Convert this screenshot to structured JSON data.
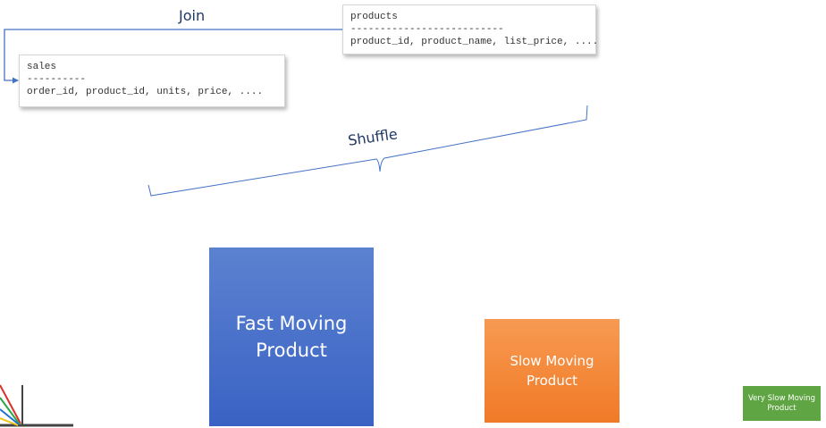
{
  "tables": {
    "products": {
      "name": "products",
      "separator": "--------------------------",
      "columns": "product_id, product_name, list_price, ...."
    },
    "sales": {
      "name": "sales",
      "separator": "----------",
      "columns": "order_id, product_id, units, price, ...."
    }
  },
  "labels": {
    "join": "Join",
    "shuffle": "Shuffle"
  },
  "boxes": {
    "fast": "Fast Moving Product",
    "slow": "Slow Moving Product",
    "very_slow": "Very Slow Moving Product"
  },
  "colors": {
    "connector": "#4472c4",
    "brace": "#4472c4",
    "label_text": "#1f3864",
    "fast_box": "#4472c4",
    "slow_box": "#f4802f",
    "very_slow_box": "#5fa543"
  },
  "icons": {
    "corner_logo": "colored-lines-logo-icon"
  }
}
